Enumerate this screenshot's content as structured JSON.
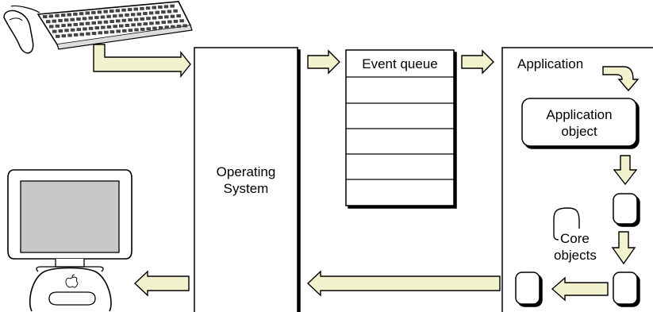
{
  "diagram": {
    "os_label_line1": "Operating",
    "os_label_line2": "System",
    "event_queue_label": "Event queue",
    "application_label": "Application",
    "app_object_line1": "Application",
    "app_object_line2": "object",
    "core_objects_line1": "Core",
    "core_objects_line2": "objects",
    "arrow_fill": "#f3f2cf",
    "stroke_color": "#000000"
  }
}
